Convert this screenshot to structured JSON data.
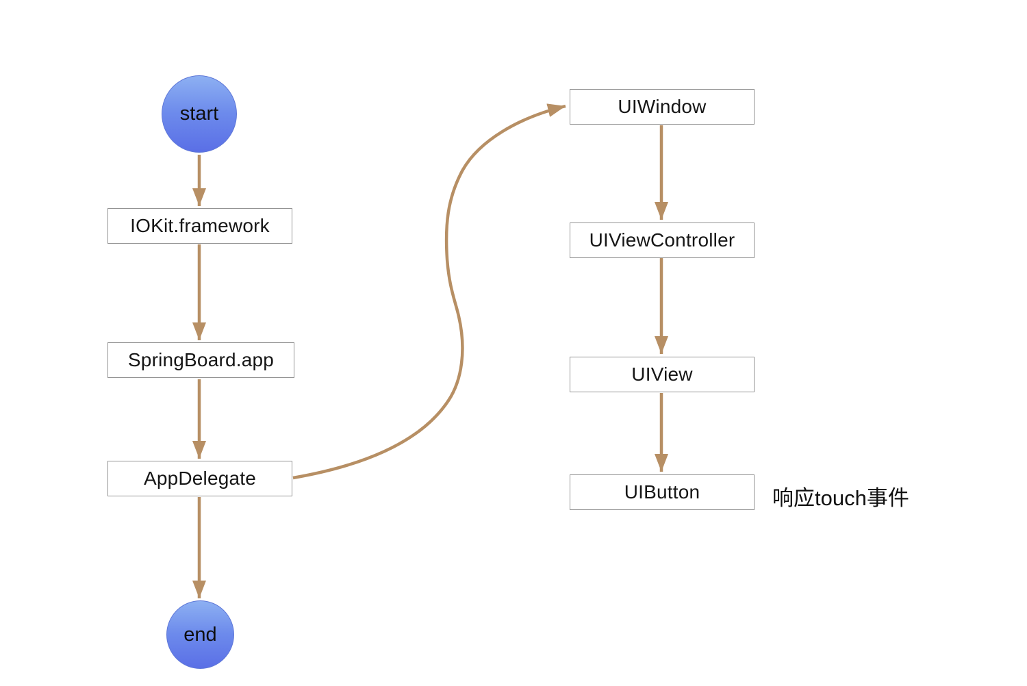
{
  "diagram": {
    "type": "flowchart",
    "colors": {
      "background": "#ffffff",
      "arrow": "#b78f64",
      "box_border": "#929292",
      "box_fill": "#ffffff",
      "circle_gradient_top": "#8db0f2",
      "circle_gradient_bottom": "#5a6fe6",
      "text": "#161616"
    },
    "nodes": {
      "start": {
        "label": "start",
        "shape": "circle"
      },
      "iokit": {
        "label": "IOKit.framework",
        "shape": "box"
      },
      "springboard": {
        "label": "SpringBoard.app",
        "shape": "box"
      },
      "appdelegate": {
        "label": "AppDelegate",
        "shape": "box"
      },
      "end": {
        "label": "end",
        "shape": "circle"
      },
      "uiwindow": {
        "label": "UIWindow",
        "shape": "box"
      },
      "uiviewcontroller": {
        "label": "UIViewController",
        "shape": "box"
      },
      "uiview": {
        "label": "UIView",
        "shape": "box"
      },
      "uibutton": {
        "label": "UIButton",
        "shape": "box"
      }
    },
    "edges": [
      {
        "from": "start",
        "to": "iokit"
      },
      {
        "from": "iokit",
        "to": "springboard"
      },
      {
        "from": "springboard",
        "to": "appdelegate"
      },
      {
        "from": "appdelegate",
        "to": "end"
      },
      {
        "from": "appdelegate",
        "to": "uiwindow",
        "style": "curved"
      },
      {
        "from": "uiwindow",
        "to": "uiviewcontroller"
      },
      {
        "from": "uiviewcontroller",
        "to": "uiview"
      },
      {
        "from": "uiview",
        "to": "uibutton"
      }
    ],
    "annotation": {
      "text": "响应touch事件",
      "attached_to": "uibutton"
    }
  }
}
